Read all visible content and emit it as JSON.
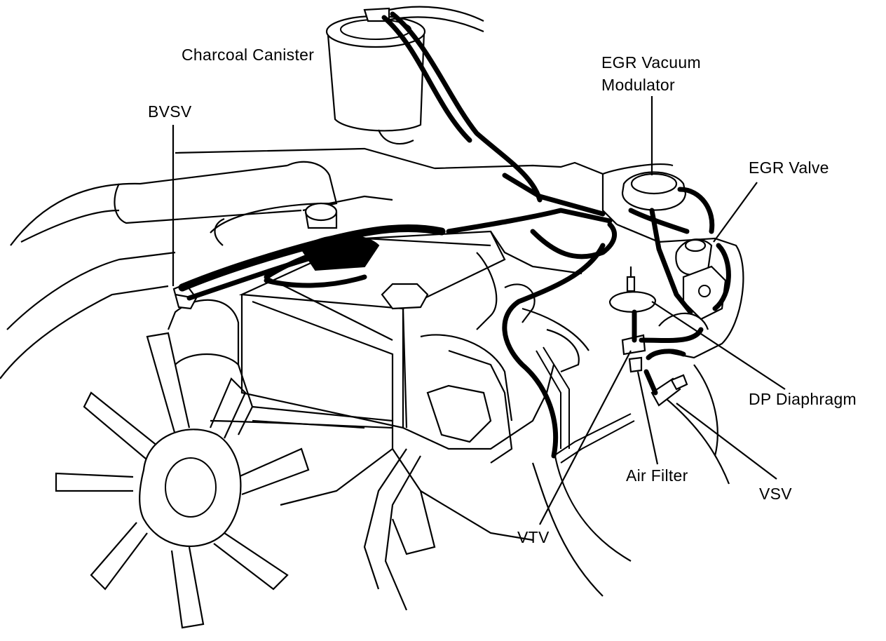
{
  "labels": {
    "charcoal_canister": "Charcoal Canister",
    "bvsv": "BVSV",
    "egr_vacuum_modulator_line1": "EGR Vacuum",
    "egr_vacuum_modulator_line2": "Modulator",
    "egr_valve": "EGR Valve",
    "dp_diaphragm": "DP Diaphragm",
    "air_filter": "Air Filter",
    "vsv": "VSV",
    "vtv": "VTV"
  },
  "colors": {
    "ink": "#000000",
    "paper": "#ffffff"
  }
}
